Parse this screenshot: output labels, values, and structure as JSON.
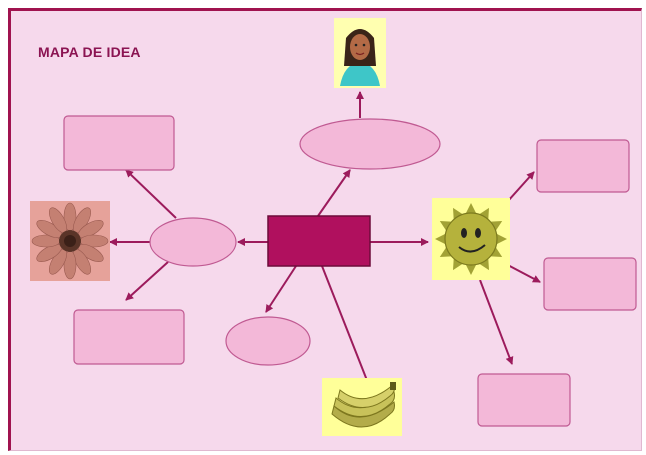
{
  "title": "MAPA DE IDEA",
  "colors": {
    "background": "#f6d9ec",
    "frame_border": "#a0134f",
    "center_box": "#b0105e",
    "node_fill": "#f3b8d8",
    "node_stroke": "#c05a92",
    "arrow": "#9c1b5c",
    "highlight_yellow": "#ffff99",
    "title_text": "#8b1452"
  },
  "nodes": {
    "center": "center-rectangle",
    "top_ellipse": "top-ellipse",
    "left_ellipse": "left-ellipse",
    "bottom_ellipse": "bottom-ellipse",
    "boxes": [
      "box-top-left",
      "box-bottom-left",
      "box-right-top",
      "box-right-middle",
      "box-right-bottom"
    ]
  },
  "images": [
    "girl-avatar-icon",
    "sunflower-icon",
    "sun-face-icon",
    "bananas-icon"
  ]
}
